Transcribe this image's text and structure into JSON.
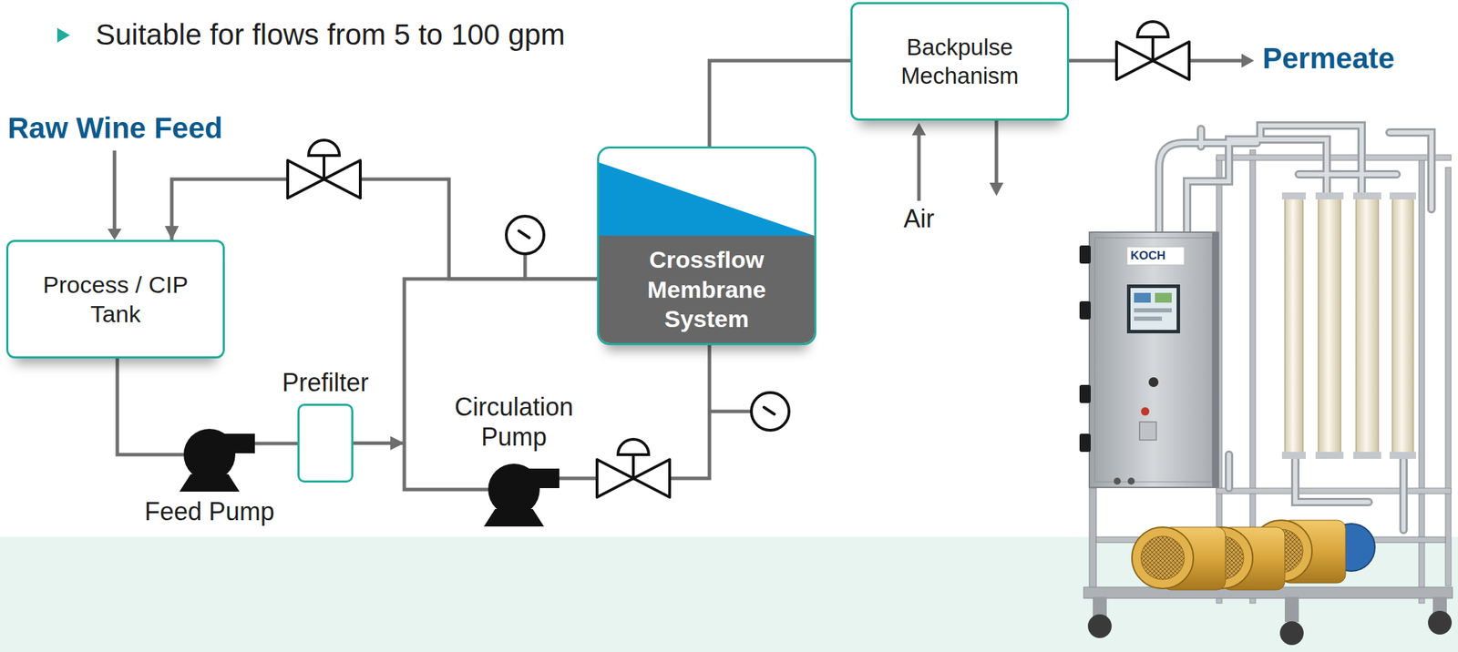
{
  "diagram": {
    "nodes": [
      {
        "text": [
          "Process / CIP Tank"
        ]
      },
      {
        "text": [
          "Feed Pump"
        ]
      },
      {
        "text": [
          "Prefilter"
        ]
      },
      {
        "text": [
          "Circulation Pump"
        ]
      },
      {
        "text": [
          "Crossflow Membrane System"
        ]
      },
      {
        "text": [
          "Backpulse Mechanism"
        ]
      }
    ],
    "edges": [
      {
        "from": 0,
        "to": 1,
        "arrow": "none"
      },
      {
        "from": 1,
        "to": 2,
        "arrow": "none"
      },
      {
        "from": 2,
        "to": 3,
        "arrow": "to"
      },
      {
        "from": 4,
        "to": 3,
        "arrow": "none"
      },
      {
        "from": 3,
        "to": 4,
        "arrow": "none"
      },
      {
        "from": 4,
        "to": 0,
        "arrow": "to"
      },
      {
        "from": 4,
        "to": 5,
        "arrow": "none"
      }
    ],
    "labels": [
      "Suitable for flows from 5 to 100 gpm",
      "Raw Wine Feed",
      "Air",
      "Permeate",
      "KOCH"
    ]
  }
}
